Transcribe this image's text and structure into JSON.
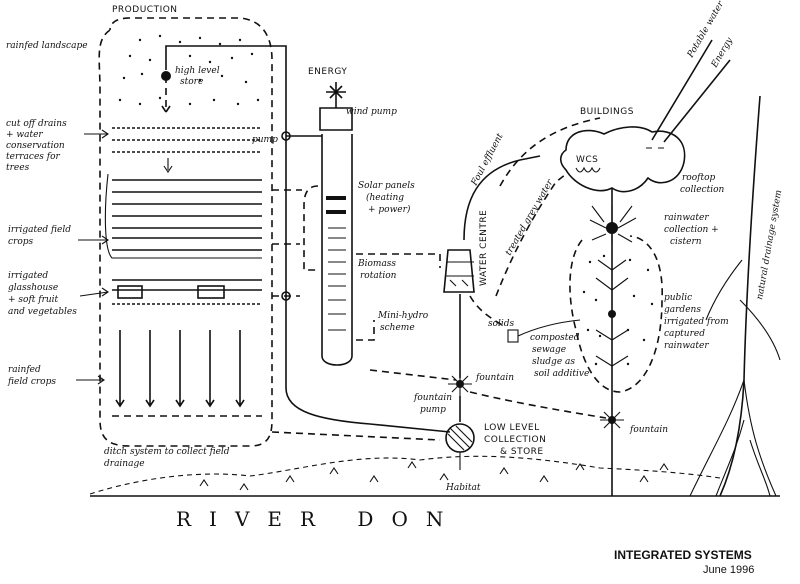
{
  "labels": {
    "production": "PRODUCTION",
    "rainfed_landscape": "rainfed landscape",
    "high_level_store_1": "high level",
    "high_level_store_2": "store",
    "cut_off_1": "cut off drains",
    "cut_off_2": "+ water",
    "cut_off_3": "conservation",
    "cut_off_4": "terraces for",
    "cut_off_5": "trees",
    "irrigated_field_1": "irrigated field",
    "irrigated_field_2": "crops",
    "glasshouse_1": "irrigated",
    "glasshouse_2": "glasshouse",
    "glasshouse_3": "+ soft fruit",
    "glasshouse_4": "and vegetables",
    "rainfed_crops_1": "rainfed",
    "rainfed_crops_2": "field crops",
    "ditch_1": "ditch system to collect field",
    "ditch_2": "drainage",
    "energy": "ENERGY",
    "wind_pump": "wind pump",
    "pump": "pump",
    "solar_1": "Solar panels",
    "solar_2": "(heating",
    "solar_3": "+ power)",
    "biomass_1": "Biomass",
    "biomass_2": "rotation",
    "mini_hydro_1": "Mini-hydro",
    "mini_hydro_2": "scheme",
    "foul_effluent": "Foul effluent",
    "treated_grey_water_1": "treated",
    "treated_grey_water_2": "grey water",
    "water_centre_1": "WATER",
    "water_centre_2": "CENTRE",
    "solids": "solids",
    "composted_1": "composted",
    "composted_2": "sewage",
    "composted_3": "sludge as",
    "composted_4": "soil additive",
    "fountain_1": "fountain",
    "fountain_2": "fountain",
    "fountain_pump_1": "fountain",
    "fountain_pump_2": "pump",
    "low_level_1": "LOW LEVEL",
    "low_level_2": "COLLECTION",
    "low_level_3": "& STORE",
    "habitat": "Habitat",
    "buildings": "BUILDINGS",
    "wcs": "WCS",
    "potable_water": "Potable water",
    "energy_in": "Energy",
    "rooftop_1": "rooftop",
    "rooftop_2": "collection",
    "rainwater_1": "rainwater",
    "rainwater_2": "collection +",
    "rainwater_3": "cistern",
    "gardens_1": "public",
    "gardens_2": "gardens",
    "gardens_3": "irrigated from",
    "gardens_4": "captured",
    "gardens_5": "rainwater",
    "natural_drainage": "natural drainage system",
    "river": "RIVER DON"
  },
  "caption": {
    "title": "INTEGRATED SYSTEMS",
    "date": "June 1996"
  }
}
